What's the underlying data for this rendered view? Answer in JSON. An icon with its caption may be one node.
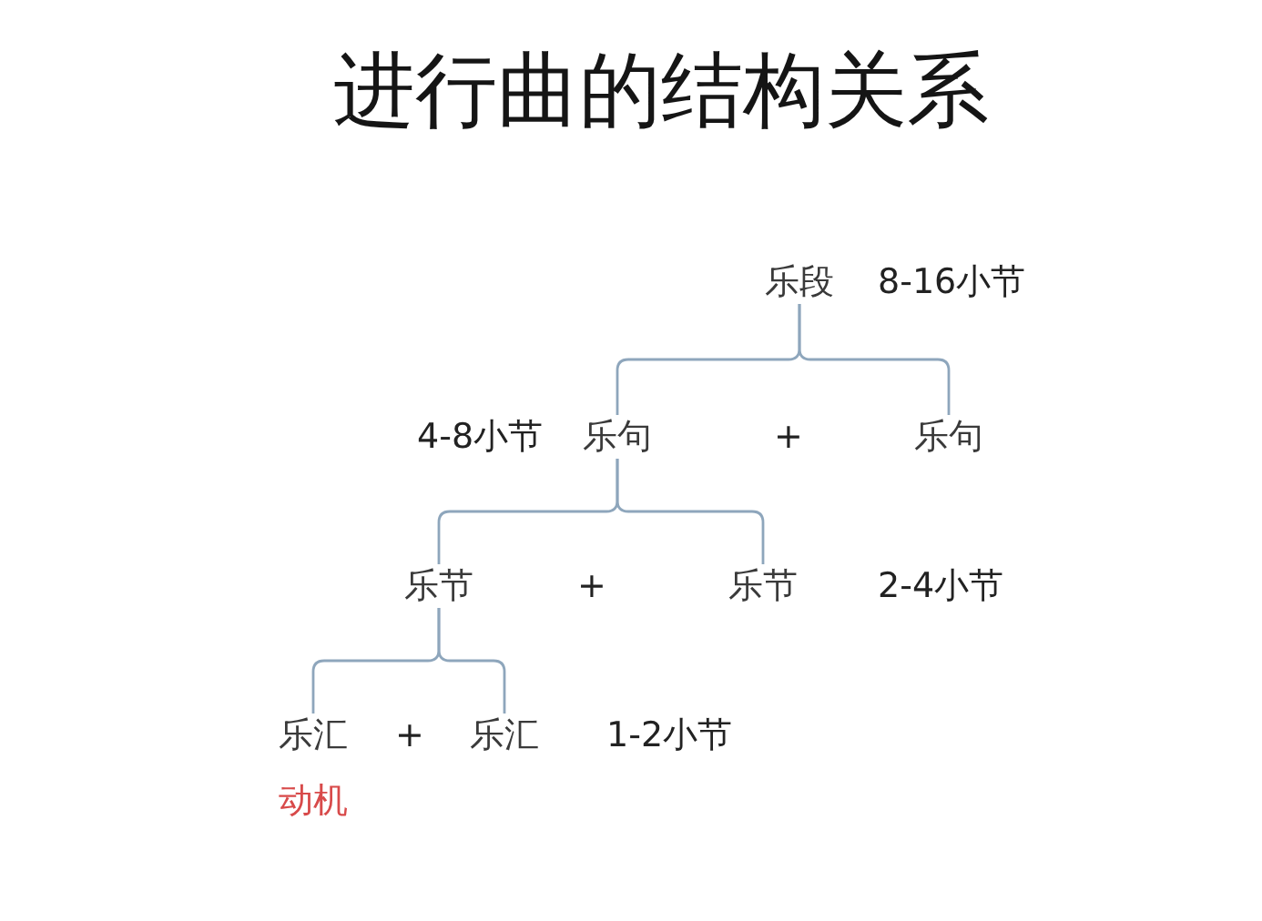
{
  "diagram": {
    "title": "进行曲的结构关系",
    "nodes": [
      {
        "text": [
          "乐段"
        ],
        "beside": [
          "8-16小节"
        ]
      },
      {
        "text": [
          "乐句"
        ],
        "beside": [
          "4-8小节"
        ]
      },
      {
        "text": [
          "乐句"
        ]
      },
      {
        "text": [
          "乐节"
        ]
      },
      {
        "text": [
          "乐节"
        ],
        "beside": [
          "2-4小节"
        ]
      },
      {
        "text": [
          "乐汇"
        ],
        "beside": [
          "动机"
        ]
      },
      {
        "text": [
          "乐汇"
        ],
        "beside": [
          "1-2小节"
        ]
      }
    ],
    "edges": [
      {
        "from": 0,
        "to": 1,
        "arrow": "none"
      },
      {
        "from": 0,
        "to": 2,
        "arrow": "none"
      },
      {
        "from": 1,
        "to": 3,
        "arrow": "none"
      },
      {
        "from": 1,
        "to": 4,
        "arrow": "none"
      },
      {
        "from": 3,
        "to": 5,
        "arrow": "none"
      },
      {
        "from": 3,
        "to": 6,
        "arrow": "none"
      }
    ],
    "labels": [
      "+",
      "+",
      "+"
    ]
  }
}
